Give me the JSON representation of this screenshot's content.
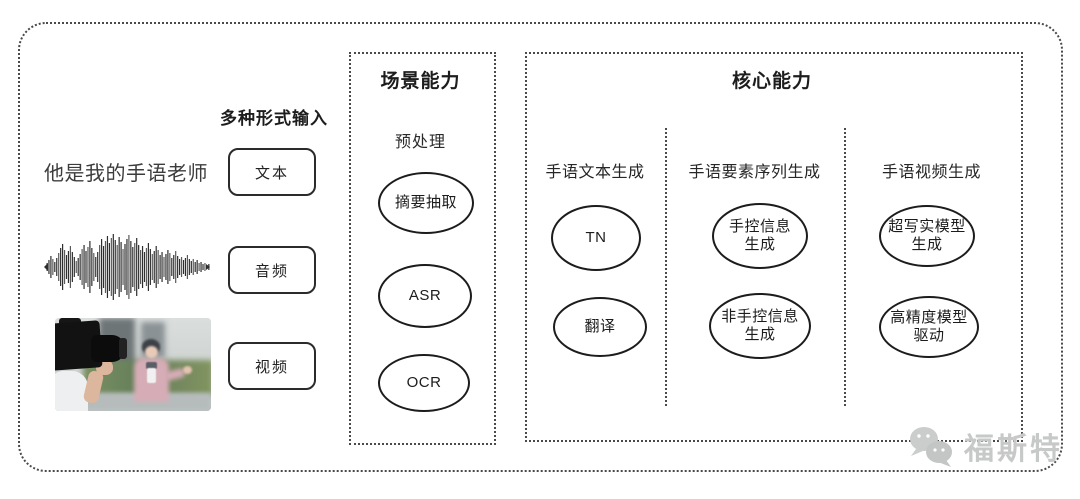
{
  "colors": {
    "line": "#4a4a4a",
    "text": "#1d1d1d",
    "watermark_gray": "#c6c9c8",
    "reporter_pink": "#d6acb6",
    "hedge_green": "#6b8459"
  },
  "input": {
    "title": "多种形式输入",
    "text_sample": "他是我的手语老师",
    "rows": [
      {
        "media": "text-sample",
        "label": "文本"
      },
      {
        "media": "audio-waveform-icon",
        "label": "音频"
      },
      {
        "media": "video-thumbnail",
        "label": "视频"
      }
    ]
  },
  "scene": {
    "title": "场景能力",
    "subtitle": "预处理",
    "nodes": [
      "摘要抽取",
      "ASR",
      "OCR"
    ]
  },
  "core": {
    "title": "核心能力",
    "columns": [
      {
        "header": "手语文本生成",
        "nodes": [
          "TN",
          "翻译"
        ]
      },
      {
        "header": "手语要素序列生成",
        "nodes": [
          "手控信息\n生成",
          "非手控信息\n生成"
        ]
      },
      {
        "header": "手语视频生成",
        "nodes": [
          "超写实模型\n生成",
          "高精度模型\n驱动"
        ]
      }
    ]
  },
  "watermark": {
    "icon": "wechat-icon",
    "text": "福斯特"
  }
}
